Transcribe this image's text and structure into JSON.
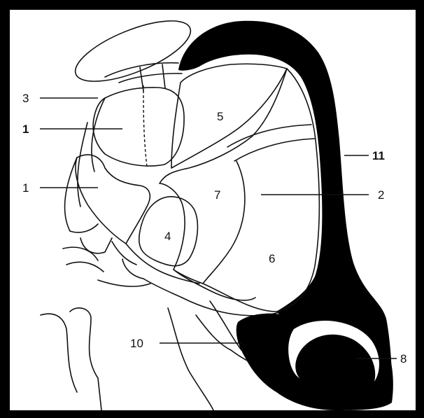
{
  "diagram": {
    "labels": [
      {
        "id": "label-3-top",
        "text": "3",
        "bold": false
      },
      {
        "id": "label-1-upper",
        "text": "1",
        "bold": true
      },
      {
        "id": "label-1-lower",
        "text": "1",
        "bold": false
      },
      {
        "id": "label-5",
        "text": "5",
        "bold": false
      },
      {
        "id": "label-11",
        "text": "11",
        "bold": true
      },
      {
        "id": "label-2",
        "text": "2",
        "bold": false
      },
      {
        "id": "label-7",
        "text": "7",
        "bold": false
      },
      {
        "id": "label-4",
        "text": "4",
        "bold": false
      },
      {
        "id": "label-6",
        "text": "6",
        "bold": false
      },
      {
        "id": "label-10",
        "text": "10",
        "bold": false
      },
      {
        "id": "label-8",
        "text": "8",
        "bold": false
      }
    ],
    "colors": {
      "background": "#000000",
      "panel": "#ffffff",
      "red_region": "#ff4a1c",
      "blue_region": "#8cc8ee",
      "black_region": "#000000",
      "outline": "#111111"
    }
  }
}
